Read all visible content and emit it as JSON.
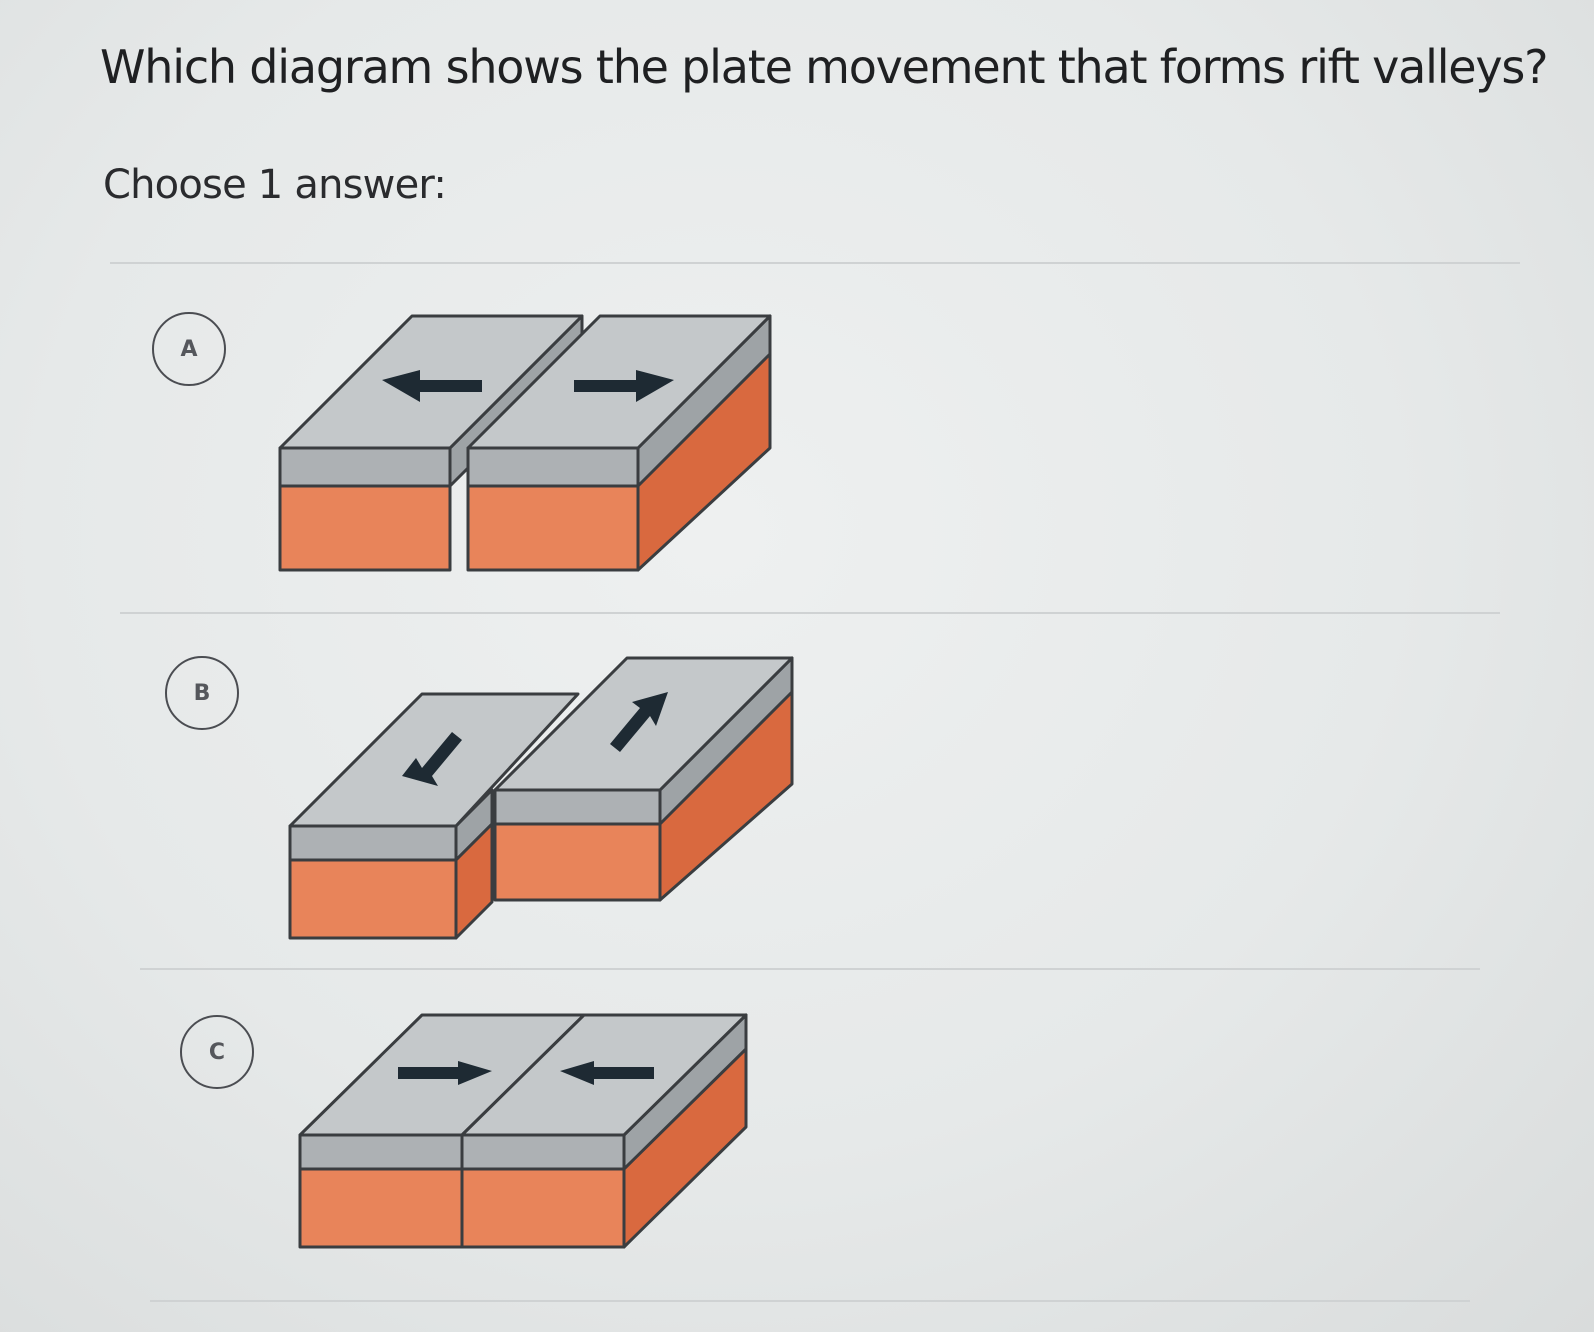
{
  "question": {
    "prompt": "Which diagram shows the plate movement that forms rift valleys?",
    "instruction": "Choose 1 answer:"
  },
  "choices": [
    {
      "letter": "A",
      "diagram": "plates-diverging-arrows-apart"
    },
    {
      "letter": "B",
      "diagram": "plates-sliding-past-each-other"
    },
    {
      "letter": "C",
      "diagram": "plates-converging-arrows-together"
    }
  ],
  "colors": {
    "plate_top": "#c4c8ca",
    "plate_crust": "#adb1b4",
    "mantle_front": "#e8845a",
    "mantle_side": "#d9693f",
    "arrow": "#1e2a33",
    "outline": "#3a3d40"
  }
}
